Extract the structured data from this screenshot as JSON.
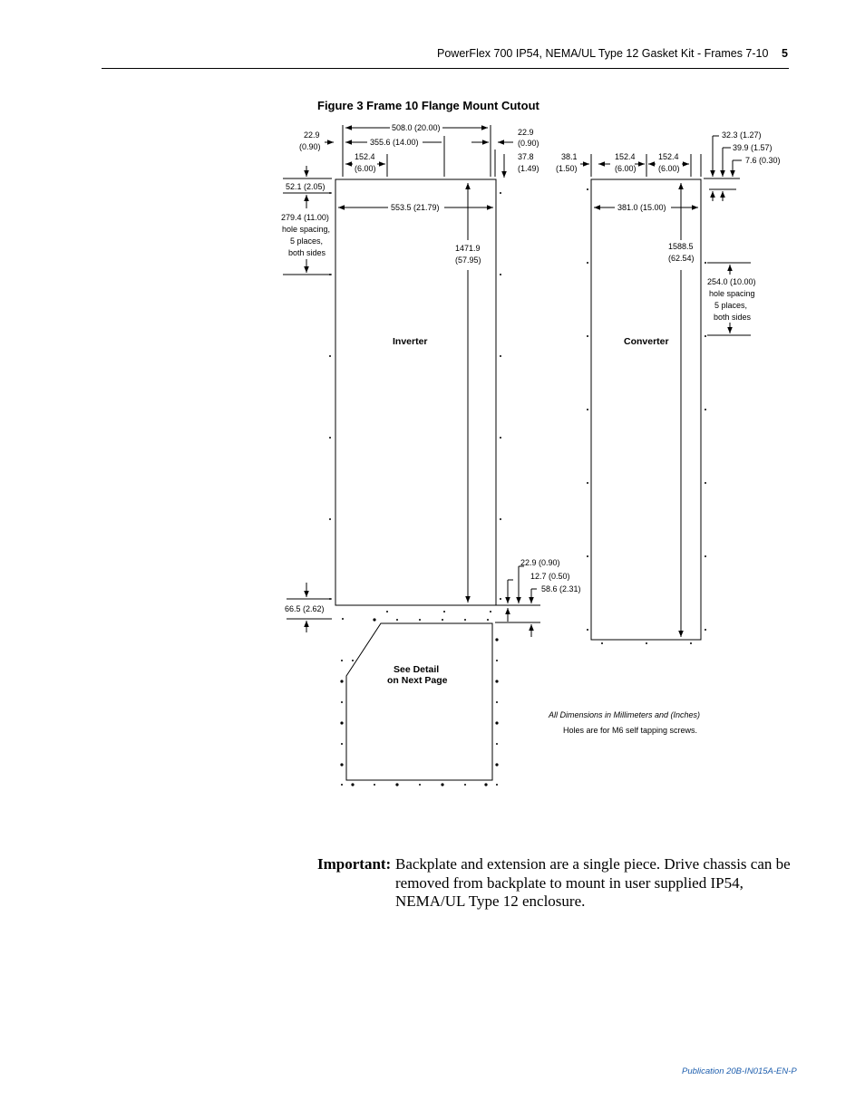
{
  "header": {
    "title": "PowerFlex 700 IP54, NEMA/UL Type 12 Gasket Kit - Frames 7-10",
    "page_number": "5"
  },
  "figure": {
    "title": "Figure 3   Frame 10 Flange Mount Cutout",
    "labels": {
      "inverter": "Inverter",
      "converter": "Converter",
      "detail_line1": "See Detail",
      "detail_line2": "on Next Page"
    },
    "dims": {
      "d508": "508.0 (20.00)",
      "d355": "355.6 (14.00)",
      "d229a_mm": "22.9",
      "d229a_in": "(0.90)",
      "d229b_mm": "22.9",
      "d229b_in": "(0.90)",
      "d1524a_mm": "152.4",
      "d1524a_in": "(6.00)",
      "d378_mm": "37.8",
      "d378_in": "(1.49)",
      "d521": "52.1 (2.05)",
      "d5535": "553.5 (21.79)",
      "d2794_l1": "279.4 (11.00)",
      "d2794_l2": "hole spacing,",
      "d2794_l3": "5 places,",
      "d2794_l4": "both sides",
      "d1471_mm": "1471.9",
      "d1471_in": "(57.95)",
      "d229c": "22.9 (0.90)",
      "d127": "12.7 (0.50)",
      "d586": "58.6 (2.31)",
      "d665": "66.5 (2.62)",
      "d381_mm": "38.1",
      "d381_in": "(1.50)",
      "d1524b_mm": "152.4",
      "d1524b_in": "(6.00)",
      "d1524c_mm": "152.4",
      "d1524c_in": "(6.00)",
      "d323": "32.3 (1.27)",
      "d399": "39.9 (1.57)",
      "d76": "7.6 (0.30)",
      "d3810": "381.0 (15.00)",
      "d1588_mm": "1588.5",
      "d1588_in": "(62.54)",
      "d254_l1": "254.0 (10.00)",
      "d254_l2": "hole spacing",
      "d254_l3": "5 places,",
      "d254_l4": "both sides"
    },
    "notes": {
      "units": "All Dimensions in Millimeters and (Inches)",
      "holes": "Holes are for M6 self tapping screws."
    }
  },
  "important": {
    "label": "Important:",
    "text": "Backplate and extension are a single piece. Drive chassis can be removed from backplate to mount in user supplied IP54, NEMA/UL Type 12 enclosure."
  },
  "footer": {
    "publication": "Publication 20B-IN015A-EN-P"
  },
  "colors": {
    "footer_link": "#1f5fae"
  }
}
